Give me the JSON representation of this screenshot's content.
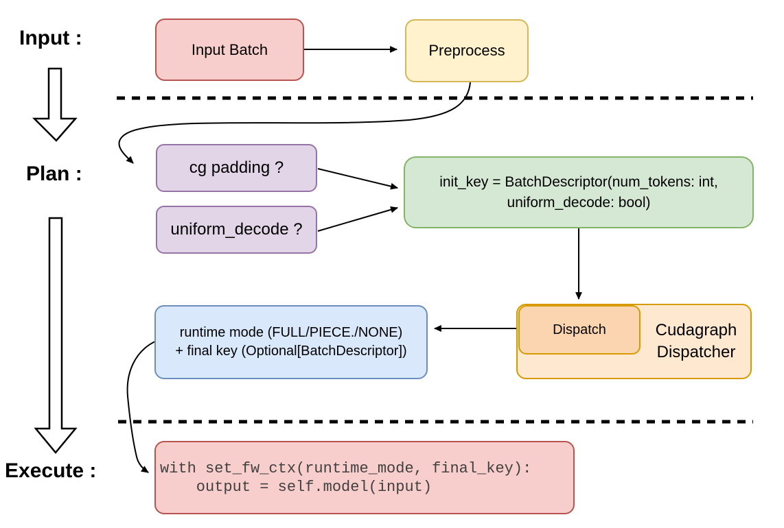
{
  "stage_labels": {
    "input": "Input :",
    "plan": "Plan :",
    "execute": "Execute :"
  },
  "nodes": {
    "input_batch": {
      "label": "Input Batch"
    },
    "preprocess": {
      "label": "Preprocess"
    },
    "cg_padding": {
      "label": "cg padding ?"
    },
    "uniform_decode": {
      "label": "uniform_decode ?"
    },
    "init_key": {
      "line1": "init_key = BatchDescriptor(num_tokens: int,",
      "line2": "uniform_decode: bool)"
    },
    "dispatch": {
      "label": "Dispatch"
    },
    "cudagraph_dispatcher": {
      "line1": "Cudagraph",
      "line2": "Dispatcher"
    },
    "runtime_mode": {
      "line1": "runtime mode (FULL/PIECE./NONE)",
      "line2": "+ final key (Optional[BatchDescriptor])"
    },
    "execute_code": {
      "line1": "with set_fw_ctx(runtime_mode, final_key):",
      "line2": "    output = self.model(input)"
    }
  },
  "colors": {
    "red_fill": "#f8cecc",
    "red_stroke": "#b85450",
    "yellow_fill": "#fff2cc",
    "yellow_stroke": "#d6b656",
    "purple_fill": "#e1d5e7",
    "purple_stroke": "#9673a6",
    "green_fill": "#d5e8d4",
    "green_stroke": "#82b366",
    "orange_fill": "#ffe8d0",
    "orange_inner_fill": "#fbd5b0",
    "orange_stroke": "#d79b00",
    "blue_fill": "#dae8fc",
    "blue_stroke": "#6c8ebf",
    "connector": "#000000",
    "code_text": "#404040"
  }
}
